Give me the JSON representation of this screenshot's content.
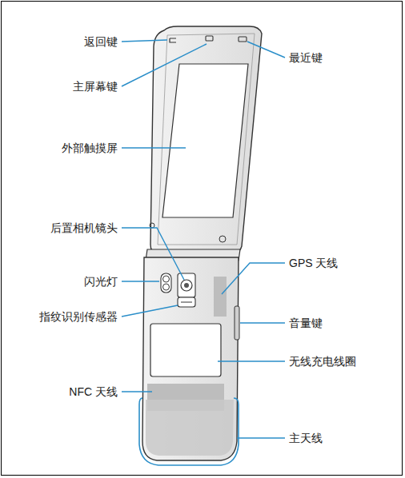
{
  "diagram": {
    "labels": [
      "返回键",
      "主屏幕键",
      "外部触摸屏",
      "最近键",
      "后置相机镜头",
      "闪光灯",
      "指纹识别传感器",
      "NFC 天线",
      "GPS 天线",
      "音量键",
      "无线充电线圈",
      "主天线"
    ]
  }
}
